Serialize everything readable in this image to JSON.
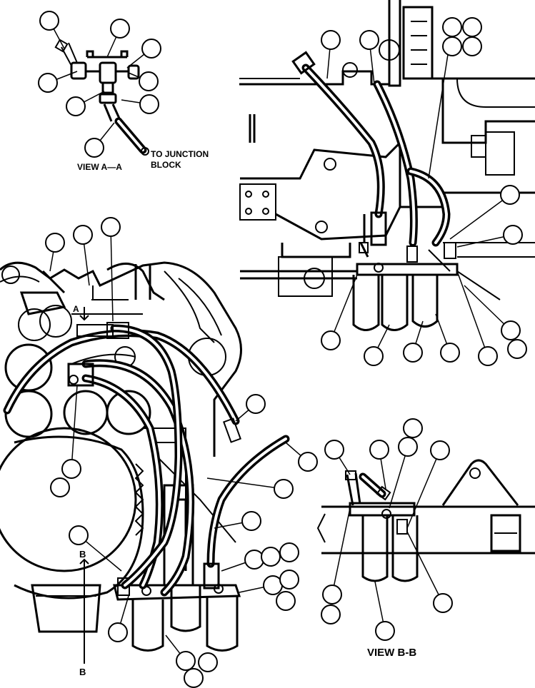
{
  "labels": {
    "view_aa": "VIEW  A—A",
    "to_junction_line1": "TO JUNCTION",
    "to_junction_line2": "BLOCK",
    "view_bb": "VIEW B-B",
    "section_a": "A",
    "section_b_top": "B",
    "section_b_bottom": "B"
  },
  "callout_count": 60
}
